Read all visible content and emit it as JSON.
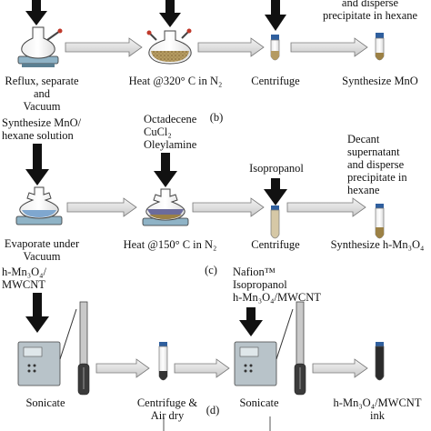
{
  "row1": {
    "top_note": "and disperse\nprecipitate in hexane",
    "labels": [
      "Reflux, separate and\nVacuum",
      "Heat @320° C in N₂",
      "Centrifuge",
      "Synthesize MnO"
    ]
  },
  "row2": {
    "panel_label": "(b)",
    "input_left": "Synthesize MnO/\nhexane solution",
    "input_flask": "Octadecene\nCuCl₂\nOleylamine",
    "input_centrifuge": "Isopropanol",
    "input_decant": "Decant\nsupernatant\nand disperse\nprecipitate in\nhexane",
    "labels": [
      "Evaporate under\nVacuum",
      "Heat @150° C in N₂",
      "Centrifuge",
      "Synthesize h-Mn₃O₄"
    ]
  },
  "row3": {
    "panel_label": "(c)",
    "input_left": "h-Mn₃O₄/\nMWCNT",
    "input_mid": "Nafion™\nIsopropanol\nh-Mn₃O₄/MWCNT",
    "labels": [
      "Sonicate",
      "Centrifuge  &\nAir dry",
      "Sonicate",
      "h-Mn₃O₄/MWCNT\nink"
    ]
  },
  "row4": {
    "panel_label": "(d)"
  }
}
